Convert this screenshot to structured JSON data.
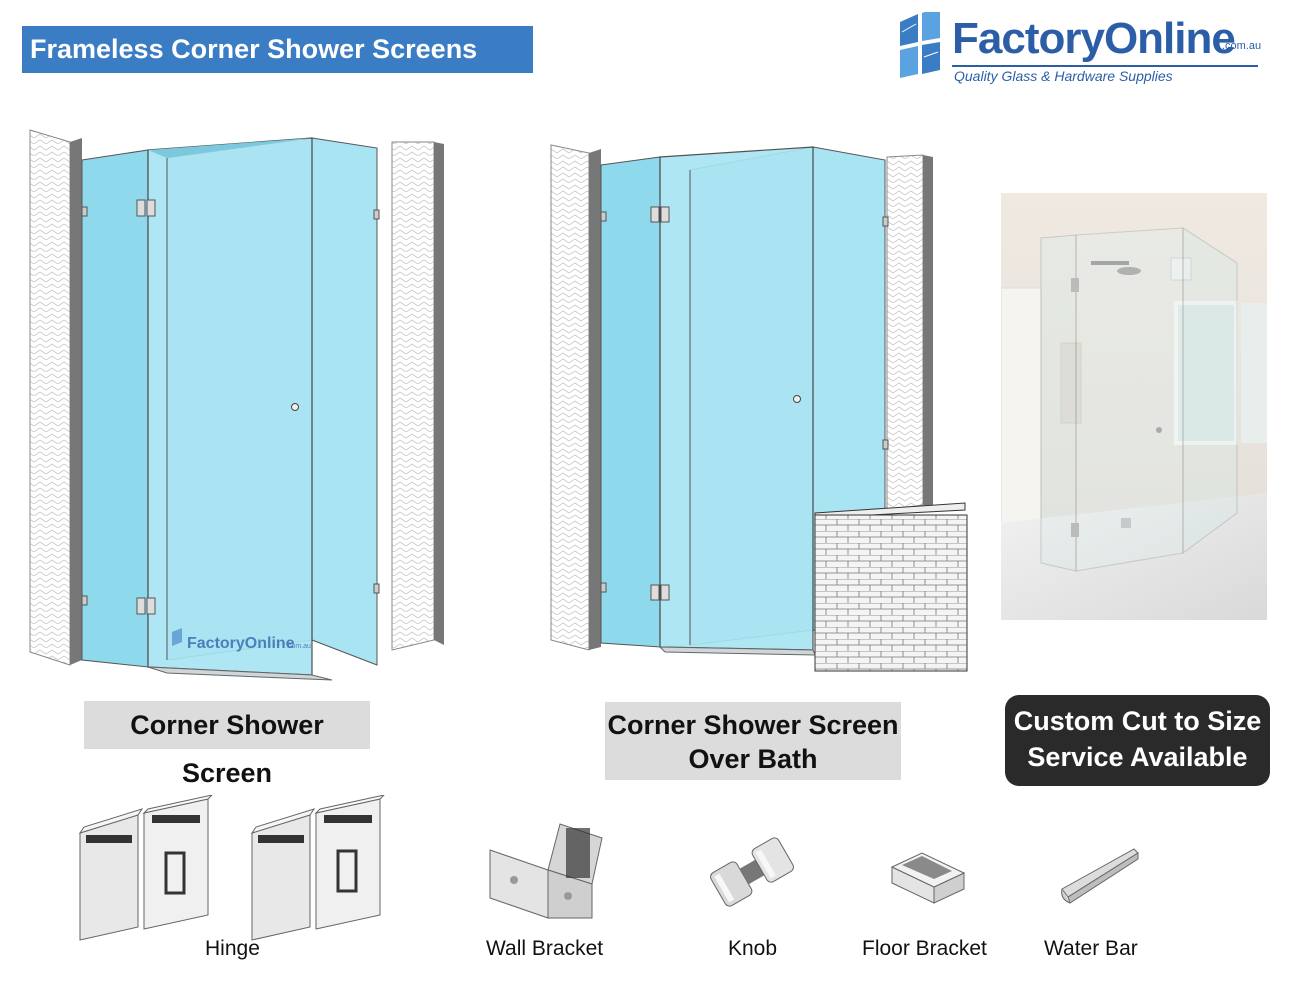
{
  "header": {
    "title": "Frameless Corner Shower Screens"
  },
  "logo": {
    "brand": "FactoryOnline",
    "domain": ".com.au",
    "tagline": "Quality Glass & Hardware Supplies",
    "watermark_brand": "FactoryOnline",
    "watermark_domain": ".com.au"
  },
  "products": [
    {
      "caption": "Corner Shower Screen"
    },
    {
      "caption_line1": "Corner Shower Screen",
      "caption_line2": "Over Bath"
    },
    {
      "caption_line1": "Custom Cut to Size",
      "caption_line2": "Service Available"
    }
  ],
  "parts": [
    {
      "label": "Hinge",
      "icon": "hinge-icon"
    },
    {
      "label": "Wall Bracket",
      "icon": "wall-bracket-icon"
    },
    {
      "label": "Knob",
      "icon": "knob-icon"
    },
    {
      "label": "Floor Bracket",
      "icon": "floor-bracket-icon"
    },
    {
      "label": "Water Bar",
      "icon": "water-bar-icon"
    }
  ],
  "colors": {
    "brand_blue": "#3b7dc4",
    "logo_blue": "#2c5ea8",
    "glass": "#a9e4f2",
    "caption_bg": "#dcdcdc",
    "dark_badge": "#2a2a2a"
  }
}
